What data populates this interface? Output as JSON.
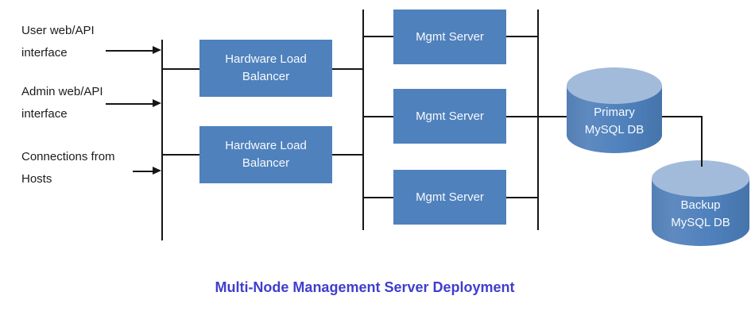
{
  "diagram": {
    "title": "Multi-Node Management Server Deployment",
    "inputs": [
      {
        "line1": "User web/API",
        "line2": "interface"
      },
      {
        "line1": "Admin web/API",
        "line2": "interface"
      },
      {
        "line1": "Connections from",
        "line2": "Hosts"
      }
    ],
    "load_balancers": [
      {
        "label": "Hardware Load Balancer"
      },
      {
        "label": "Hardware Load Balancer"
      }
    ],
    "mgmt_servers": [
      {
        "label": "Mgmt Server"
      },
      {
        "label": "Mgmt Server"
      },
      {
        "label": "Mgmt Server"
      }
    ],
    "databases": [
      {
        "line1": "Primary",
        "line2": "MySQL DB"
      },
      {
        "line1": "Backup",
        "line2": "MySQL DB"
      }
    ],
    "colors": {
      "node_fill": "#4f81bd",
      "cylinder_top": "#a3bbda",
      "node_text": "#f7fafc",
      "line_color": "#161616",
      "title_color": "#3e3ecd"
    }
  }
}
